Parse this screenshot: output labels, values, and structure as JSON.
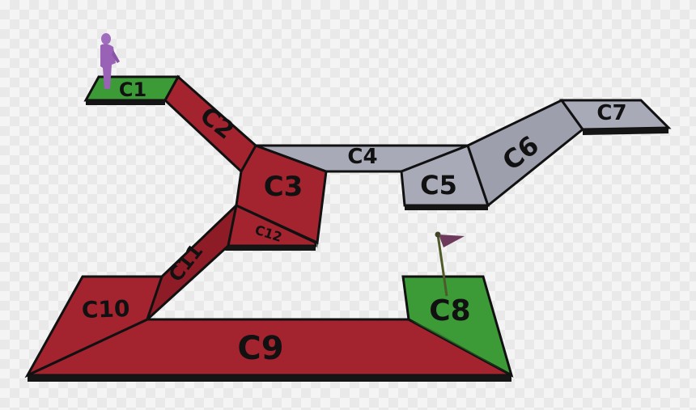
{
  "colors": {
    "red": "#a3232f",
    "red_dark": "#7e1822",
    "green": "#3c9a37",
    "gray": "#a8aab8",
    "gray_dark": "#8c8e9c",
    "edge": "#111111",
    "character": "#9a62b6",
    "flag": "#6d3a5c",
    "pole": "#4f5a2a"
  },
  "tiles": [
    {
      "id": "c1",
      "label": "C1",
      "color": "green"
    },
    {
      "id": "c2",
      "label": "C2",
      "color": "red"
    },
    {
      "id": "c3",
      "label": "C3",
      "color": "red"
    },
    {
      "id": "c4",
      "label": "C4",
      "color": "gray"
    },
    {
      "id": "c5",
      "label": "C5",
      "color": "gray"
    },
    {
      "id": "c6",
      "label": "C6",
      "color": "gray"
    },
    {
      "id": "c7",
      "label": "C7",
      "color": "gray"
    },
    {
      "id": "c8",
      "label": "C8",
      "color": "green"
    },
    {
      "id": "c9",
      "label": "C9",
      "color": "red"
    },
    {
      "id": "c10",
      "label": "C10",
      "color": "red"
    },
    {
      "id": "c11",
      "label": "C11",
      "color": "red"
    },
    {
      "id": "c12",
      "label": "C12",
      "color": "red"
    }
  ],
  "player": {
    "icon": "player-figure-icon"
  },
  "goal": {
    "icon": "goal-flag-icon"
  }
}
